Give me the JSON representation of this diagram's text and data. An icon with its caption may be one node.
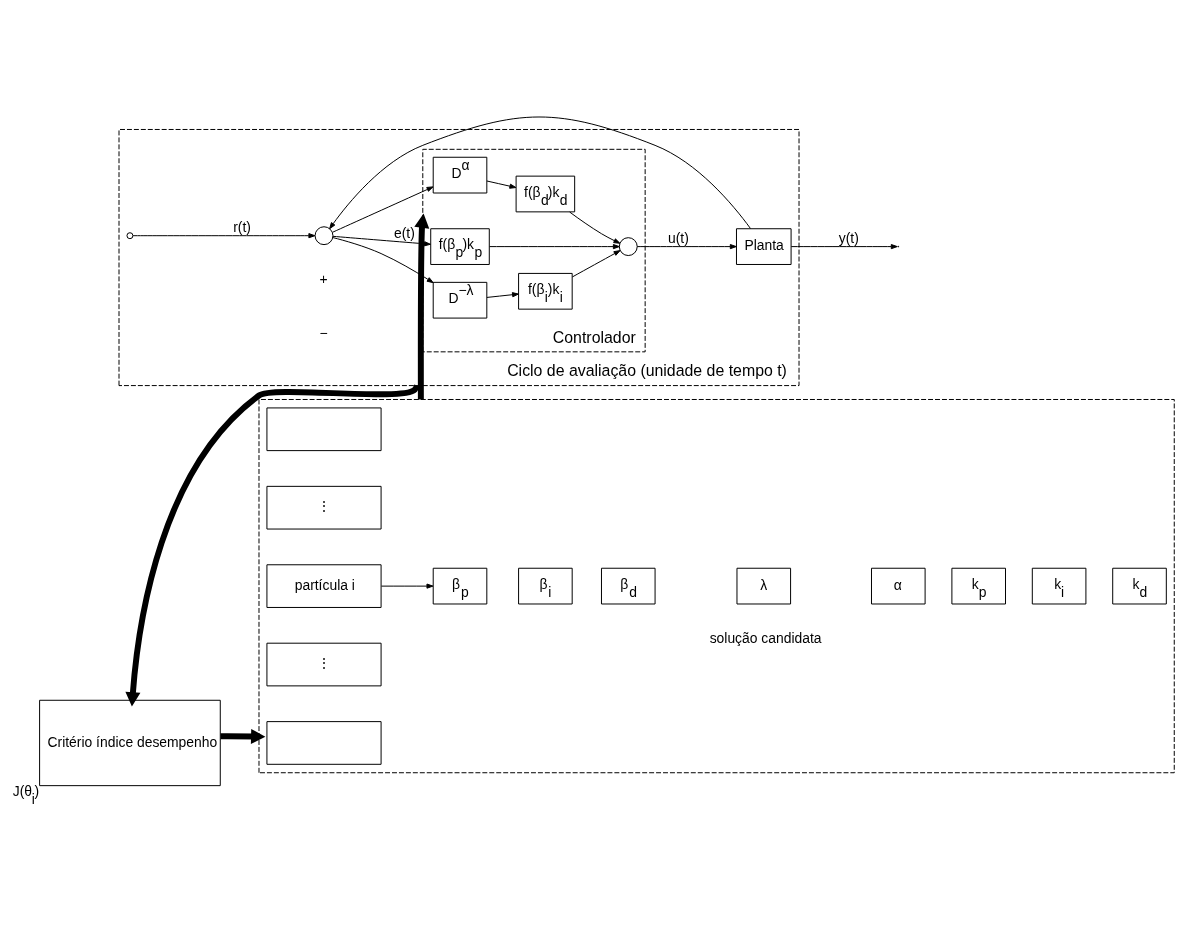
{
  "diagram": {
    "nodes": [
      {
        "text": [],
        "shape": "box"
      },
      {
        "text": [],
        "shape": "box",
        "in": 0
      },
      {
        "text": [
          "⋮"
        ],
        "in": 0
      },
      {
        "text": [
          "partícula i"
        ],
        "in": 0
      },
      {
        "text": [
          "⋮"
        ],
        "in": 0
      },
      {
        "text": [],
        "shape": "box",
        "in": 0
      },
      {
        "text": [
          "β$_{p}$"
        ],
        "in": 0
      },
      {
        "text": [
          "β$_{i}$"
        ],
        "in": 0
      },
      {
        "text": [
          "β$_{d}$"
        ],
        "in": 0
      },
      {
        "text": [
          "λ"
        ],
        "in": 0
      },
      {
        "text": [
          "α"
        ],
        "in": 0
      },
      {
        "text": [
          "k$_{p}$"
        ],
        "in": 0
      },
      {
        "text": [
          "k$_{i}$"
        ],
        "in": 0
      },
      {
        "text": [
          "k$_{d}$"
        ],
        "in": 0
      },
      {
        "text": [
          "Critério índice desempenho"
        ],
        "beside": [
          "J(θ$_{i}$)"
        ]
      },
      {
        "text": [
          "Ciclo de avaliação (unidade de tempo t)"
        ]
      },
      {
        "text": [
          "Controlador"
        ],
        "in": 15
      },
      {
        "text": [],
        "shape": "circle",
        "in": 15
      },
      {
        "text": [],
        "shape": "circle",
        "in": 15
      },
      {
        "text": [
          "D$^{α}$"
        ],
        "in": 16
      },
      {
        "text": [
          "D$^{−λ}$"
        ],
        "in": 16
      },
      {
        "text": [
          "f(β$_{p}$)k$_{p}$"
        ],
        "in": 16
      },
      {
        "text": [
          "f(β$_{d}$)k$_{d}$"
        ],
        "in": 16
      },
      {
        "text": [
          "f(β$_{i}$)k$_{i}$"
        ],
        "in": 16
      },
      {
        "text": [],
        "shape": "circle",
        "in": 16
      },
      {
        "text": [
          "Planta"
        ],
        "in": 15
      }
    ],
    "edges": [
      {
        "from": 14,
        "to": 0,
        "arrow": "to",
        "style": "thick"
      },
      {
        "from": 3,
        "to": 6,
        "arrow": "to"
      },
      {
        "from": 0,
        "to": 16,
        "arrow": "to",
        "style": "thick"
      },
      {
        "from": 15,
        "to": 14,
        "arrow": "to",
        "style": "thick"
      },
      {
        "from": 17,
        "to": 18,
        "arrow": "to",
        "label": "r(t)"
      },
      {
        "from": 18,
        "to": 21,
        "arrow": "to",
        "label": "e(t)"
      },
      {
        "from": 18,
        "to": 19,
        "arrow": "to"
      },
      {
        "from": 18,
        "to": 20,
        "arrow": "to"
      },
      {
        "from": 19,
        "to": 22,
        "arrow": "to"
      },
      {
        "from": 20,
        "to": 23,
        "arrow": "to"
      },
      {
        "from": 21,
        "to": 24,
        "arrow": "to"
      },
      {
        "from": 22,
        "to": 24,
        "arrow": "to"
      },
      {
        "from": 23,
        "to": 24,
        "arrow": "to"
      },
      {
        "from": 24,
        "to": 25,
        "arrow": "to",
        "label": "u(t)"
      },
      {
        "from": 25,
        "to": null,
        "arrow": "to",
        "label": "y(t)"
      },
      {
        "from": 25,
        "to": 18,
        "arrow": "to"
      }
    ],
    "labels": [
      "solução candidata",
      "+",
      "−"
    ]
  }
}
